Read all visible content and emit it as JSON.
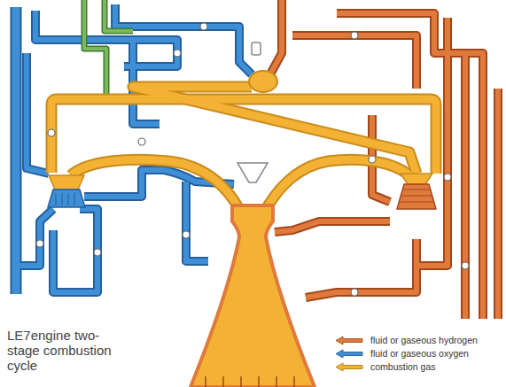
{
  "diagram": {
    "title": "LE7engine two-stage combustion cycle",
    "legend": [
      {
        "text": "fluid or gaseous hydrogen",
        "color": "#e07a3c"
      },
      {
        "text": "fluid or gaseous oxygen",
        "color": "#3f8fd6"
      },
      {
        "text": "combustion gas",
        "color": "#f3b234"
      }
    ]
  }
}
